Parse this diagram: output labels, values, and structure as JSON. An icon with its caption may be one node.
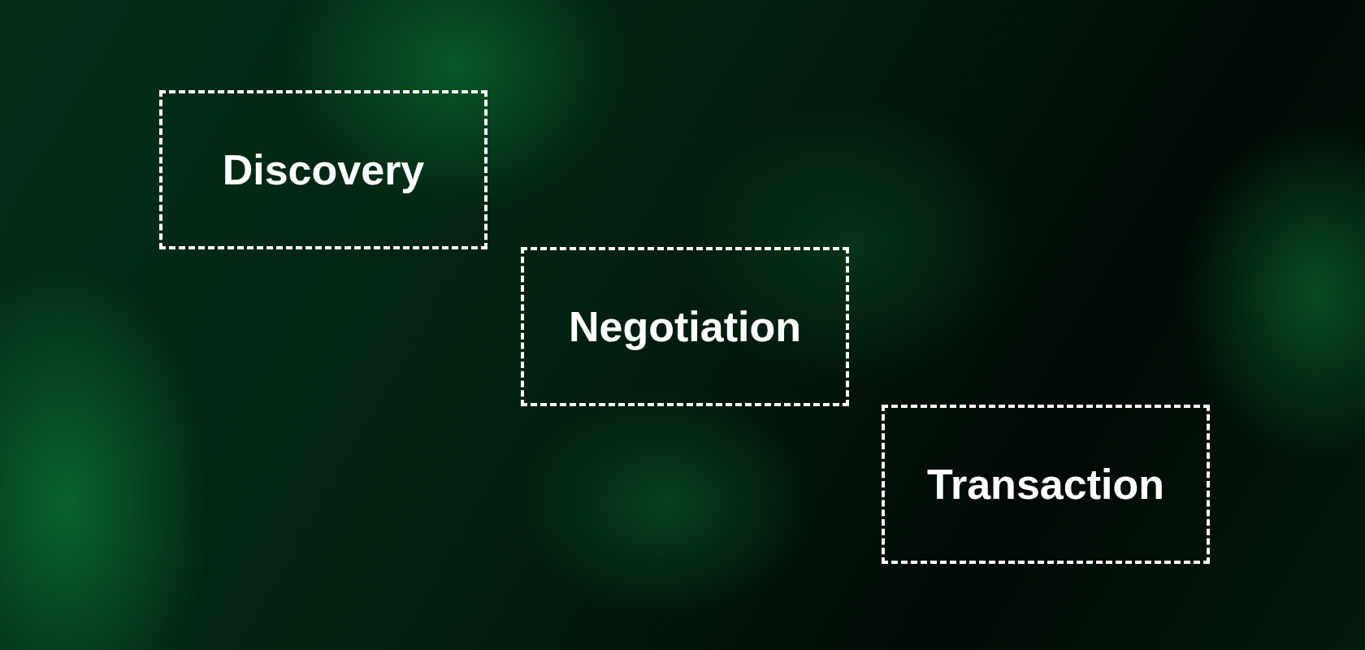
{
  "diagram": {
    "nodes": [
      {
        "text": [
          "Discovery"
        ]
      },
      {
        "text": [
          "Negotiation"
        ]
      },
      {
        "text": [
          "Transaction"
        ]
      }
    ],
    "edges": []
  }
}
